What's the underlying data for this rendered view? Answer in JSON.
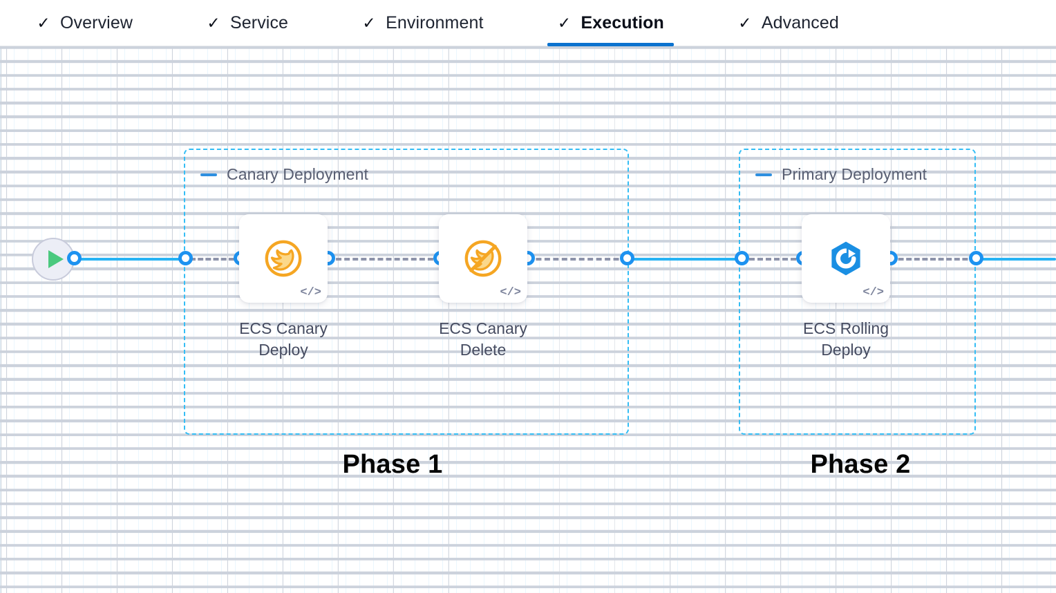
{
  "tabs": [
    {
      "label": "Overview",
      "icon": "check-icon",
      "active": false
    },
    {
      "label": "Service",
      "icon": "check-icon",
      "active": false
    },
    {
      "label": "Environment",
      "icon": "check-icon",
      "active": false
    },
    {
      "label": "Execution",
      "icon": "check-icon",
      "active": true
    },
    {
      "label": "Advanced",
      "icon": "check-icon",
      "active": false
    }
  ],
  "tab_check_glyph": "✓",
  "canvas": {
    "start_node": {
      "name": "pipeline-start",
      "icon": "play-icon"
    },
    "groups": [
      {
        "id": "canary-deployment",
        "title": "Canary Deployment",
        "collapse_icon": "minus-icon",
        "phase_label": "Phase 1"
      },
      {
        "id": "primary-deployment",
        "title": "Primary Deployment",
        "collapse_icon": "minus-icon",
        "phase_label": "Phase 2"
      }
    ],
    "nodes": [
      {
        "id": "ecs-canary-deploy",
        "label": "ECS Canary\nDeploy",
        "icon": "canary-bird-icon",
        "badge": "</>",
        "group": "canary-deployment"
      },
      {
        "id": "ecs-canary-delete",
        "label": "ECS Canary\nDelete",
        "icon": "canary-bird-delete-icon",
        "badge": "</>",
        "group": "canary-deployment"
      },
      {
        "id": "ecs-rolling-deploy",
        "label": "ECS Rolling\nDeploy",
        "icon": "rolling-deploy-icon",
        "badge": "</>",
        "group": "primary-deployment"
      }
    ]
  },
  "colors": {
    "active_tab_underline": "#0b72cf",
    "group_border": "#33bdf5",
    "connector_solid": "#27b3f4",
    "connector_dashed": "#8d93aa",
    "port_ring": "#1d92f0",
    "canary_icon": "#f5a623",
    "rolling_icon": "#1a8fe3",
    "play_icon": "#4ac97e",
    "phase_label": "#050505",
    "node_label": "#464c61"
  }
}
